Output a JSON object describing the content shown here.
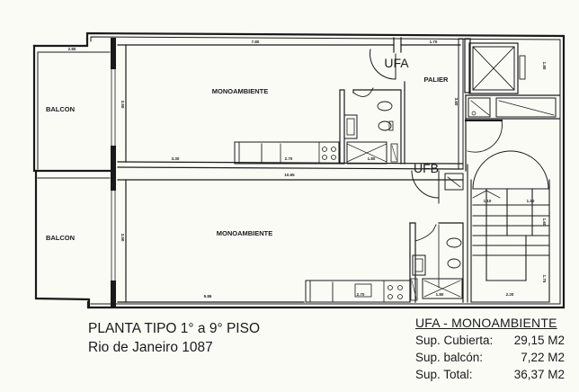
{
  "plan": {
    "rooms": {
      "balcon_top": "BALCON",
      "balcon_bottom": "BALCON",
      "mono_top": "MONOAMBIENTE",
      "mono_bottom": "MONOAMBIENTE",
      "palier": "PALIER"
    },
    "units": {
      "ufa": "UFA",
      "ufb": "UFB"
    },
    "dimensions": {
      "balcon_width": "2.80",
      "top_width": "7.80",
      "palier_width": "1.70",
      "left_height_top": "3.50",
      "left_height_bottom": "3.50",
      "mono_top_floor": "3.30",
      "kitchen_top": "2.70",
      "bath_top": "1.80",
      "middle_span": "10.65",
      "mono_bottom_floor": "5.86",
      "kitchen_bottom": "2.70",
      "bath_bottom": "1.80",
      "palier_height": "3.60",
      "elevator_height": "1.80",
      "stair_w1": "1.10",
      "stair_w2": "1.10",
      "stair_h1": "1.60",
      "stair_h2": "1.75",
      "stair_base": "2.20"
    }
  },
  "title": {
    "line1": "PLANTA TIPO 1° a 9° PISO",
    "line2": "Rio de Janeiro 1087"
  },
  "areas": {
    "heading": "UFA - MONOAMBIENTE",
    "rows": [
      {
        "label": "Sup. Cubierta:",
        "value": "29,15 M2"
      },
      {
        "label": "Sup. balcón:",
        "value": "7,22 M2"
      },
      {
        "label": "Sup. Total:",
        "value": "36,37 M2"
      }
    ]
  }
}
